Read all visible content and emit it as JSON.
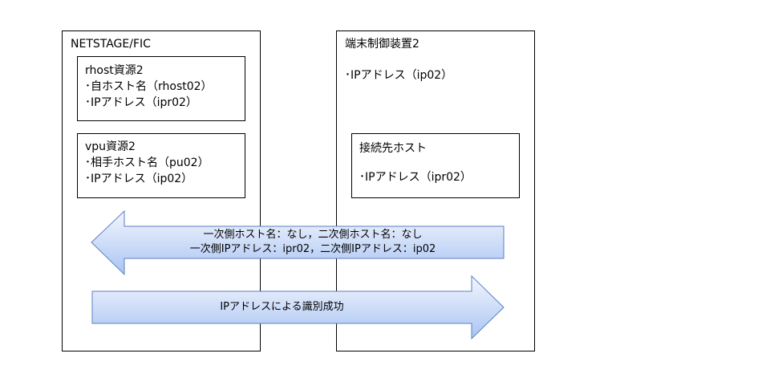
{
  "left_panel": {
    "title": "NETSTAGE/FIC",
    "rhost_box": {
      "title": "rhost資源2",
      "lines": [
        "･自ホスト名（rhost02）",
        "･IPアドレス（ipr02）"
      ]
    },
    "vpu_box": {
      "title": "vpu資源2",
      "lines": [
        "･相手ホスト名（pu02）",
        "･IPアドレス（ip02）"
      ]
    }
  },
  "right_panel": {
    "title": "端末制御装置2",
    "ip_line": "･IPアドレス（ip02）",
    "connect_box": {
      "title": "接続先ホスト",
      "lines": [
        "･IPアドレス（ipr02）"
      ]
    }
  },
  "arrows": {
    "left_arrow": {
      "line1": "一次側ホスト名：なし，二次側ホスト名：なし",
      "line2": "一次側IPアドレス：ipr02，二次側IPアドレス：ip02"
    },
    "right_arrow": {
      "text": "IPアドレスによる識別成功"
    }
  },
  "colors": {
    "arrow_top": "#f3f6fd",
    "arrow_bottom": "#a9c4f3",
    "arrow_stroke": "#5b7fc5"
  }
}
